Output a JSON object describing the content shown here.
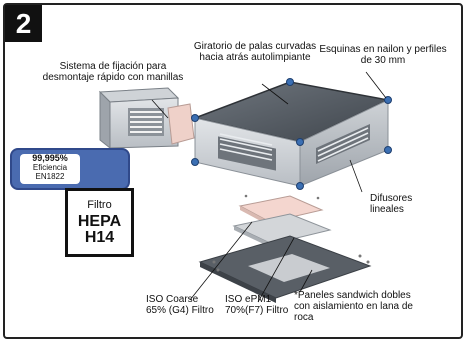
{
  "badge": "2",
  "labels": {
    "fixing": "Sistema de fijación para desmontaje rápido con manillas",
    "fan": "Giratorio de palas curvadas hacia atrás autolimpiante",
    "corners": "Esquinas en nailon y perfiles de 30 mm",
    "diffusers": "Difusores lineales",
    "coarse": "ISO Coarse 65% (G4) Filtro",
    "epm1": "ISO ePM1 70%(F7) Filtro",
    "panels": "*Paneles sandwich dobles con aislamiento en lana de roca"
  },
  "efficiency": {
    "percent": "99,995%",
    "label": "Eficiencia",
    "standard": "EN1822"
  },
  "hepa": {
    "filtro": "Filtro",
    "name": "HEPA",
    "class": "H14"
  }
}
